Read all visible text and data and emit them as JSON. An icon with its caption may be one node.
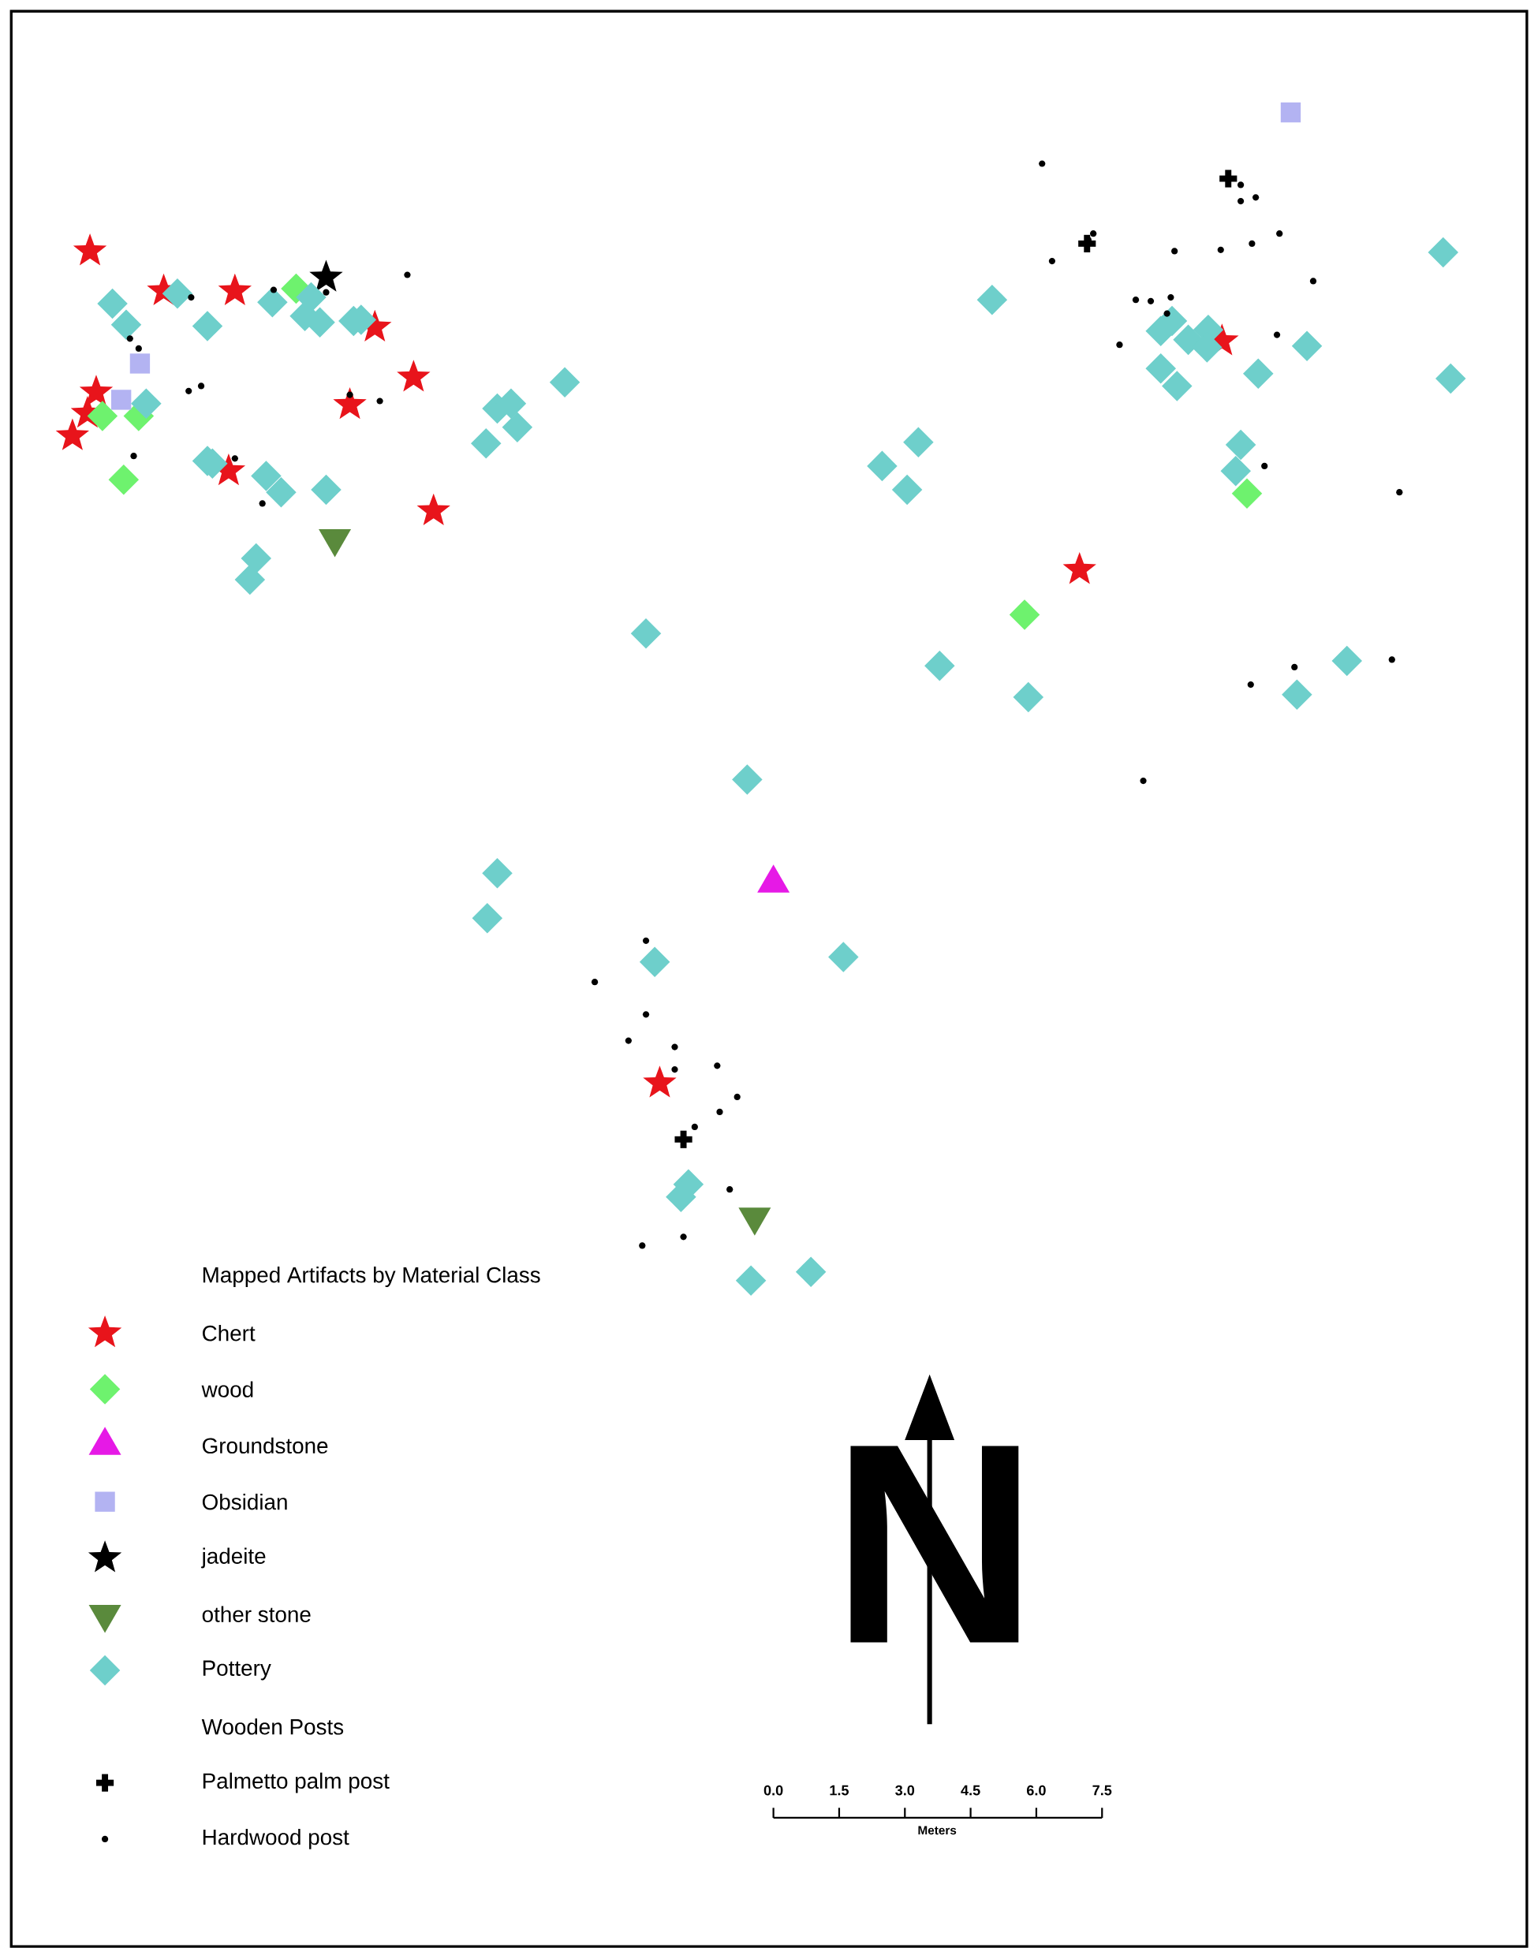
{
  "diagram": {
    "labels": [
      "N",
      "0.0",
      "1.5",
      "3.0",
      "4.5",
      "6.0",
      "7.5",
      "Meters"
    ],
    "legend": [
      {
        "text": "Mapped Artifacts by Material Class"
      },
      {
        "text": "Chert"
      },
      {
        "text": "wood"
      },
      {
        "text": "Groundstone"
      },
      {
        "text": "Obsidian"
      },
      {
        "text": "jadeite"
      },
      {
        "text": "other stone"
      },
      {
        "text": "Pottery"
      },
      {
        "text": "Wooden Posts"
      },
      {
        "text": "Palmetto palm post"
      },
      {
        "text": "Hardwood post"
      }
    ]
  }
}
